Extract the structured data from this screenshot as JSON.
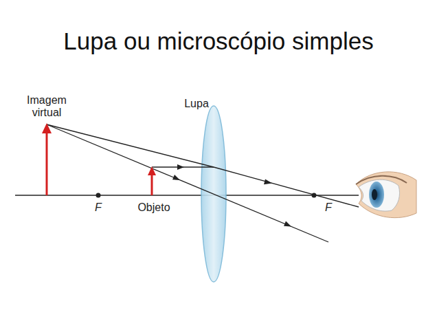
{
  "diagram": {
    "title": "Lupa ou microscópio simples",
    "labels": [
      "Imagem virtual",
      "Lupa",
      "F",
      "Objeto",
      "F"
    ]
  }
}
